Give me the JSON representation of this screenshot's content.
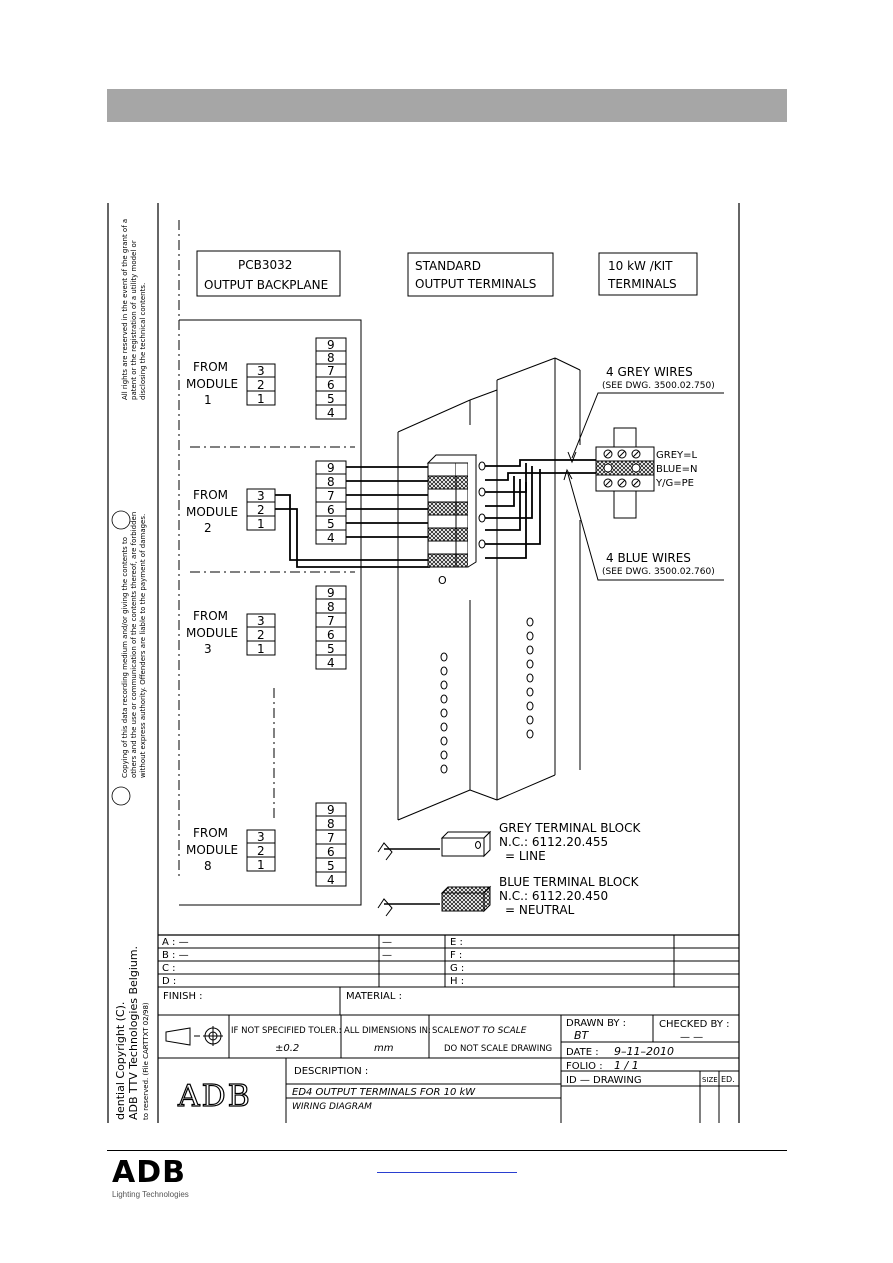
{
  "header": {
    "band_color": "#a6a6a6"
  },
  "drawing": {
    "backplane_box": [
      "PCB3032",
      "OUTPUT BACKPLANE"
    ],
    "standard_box": [
      "STANDARD",
      "OUTPUT TERMINALS"
    ],
    "kit_box": [
      "10  kW  /KIT",
      "TERMINALS"
    ],
    "module_word": "MODULE",
    "from_word": "FROM",
    "modules": [
      "1",
      "2",
      "3",
      "8"
    ],
    "pins_in": [
      "3",
      "2",
      "1"
    ],
    "pins_out": [
      "9",
      "8",
      "7",
      "6",
      "5",
      "4"
    ],
    "grey_wires": "4  GREY  WIRES",
    "grey_wires_ref": "(SEE DWG. 3500.02.750)",
    "blue_wires": "4  BLUE  WIRES",
    "blue_wires_ref": "(SEE DWG. 3500.02.760)",
    "kit_labels": [
      "GREY=L",
      "BLUE=N",
      "Y/G=PE"
    ],
    "terminal_zero": "O",
    "grey_block": [
      "GREY  TERMINAL  BLOCK",
      "N.C.:  6112.20.455",
      "=  LINE"
    ],
    "blue_block": [
      "BLUE  TERMINAL  BLOCK",
      "N.C.:  6112.20.450",
      "=  NEUTRAL"
    ],
    "rights_text": [
      "All rights are reserved in the event of the grant of a",
      "patent or the registration of a utility model or",
      "disclosing the technical contents."
    ],
    "copy_text": [
      "Copying of this data recording medium and/or giving the contents to",
      "others and the use or communication of the contents thereof, are forbidden",
      "without express authority. Offenders are liable to the payment of damages."
    ],
    "copyright_text": [
      "dential Copyright (C).",
      "ADB TTV Technologies Belgium.",
      "to reserved.  (File CARTTXT 02/98)"
    ]
  },
  "title_block": {
    "revisions_left": [
      "A : —",
      "B : —",
      "C :",
      "D :"
    ],
    "revisions_mid": [
      "—",
      "—",
      "",
      ""
    ],
    "revisions_right": [
      "E :",
      "F :",
      "G :",
      "H :"
    ],
    "finish": "FINISH :",
    "material": "MATERIAL :",
    "tolerance_label": "IF NOT SPECIFIED TOLER.:",
    "tolerance_value": "±0.2",
    "dimensions_label": "ALL DIMENSIONS IN:",
    "dimensions_value": "mm",
    "scale_label": "SCALE",
    "scale_value": "NOT  TO  SCALE",
    "scale_note": "DO NOT SCALE DRAWING",
    "drawn_by_label": "DRAWN BY :",
    "drawn_by": "BT",
    "checked_by_label": "CHECKED BY :",
    "checked_by": "— —",
    "date_label": "DATE :",
    "date": "9–11–2010",
    "folio_label": "FOLIO :",
    "folio": "1  /  1",
    "id_label": "ID — DRAWING",
    "size_label": "SIZE",
    "ed_label": "ED.",
    "description_label": "DESCRIPTION :",
    "description_1": "ED4   OUTPUT TERMINALS FOR 10 kW",
    "description_2": "WIRING DIAGRAM",
    "logo": "ADB"
  },
  "footer": {
    "logo": "ADB",
    "logo_sub": "Lighting Technologies",
    "link_color": "#2a3fd0"
  }
}
